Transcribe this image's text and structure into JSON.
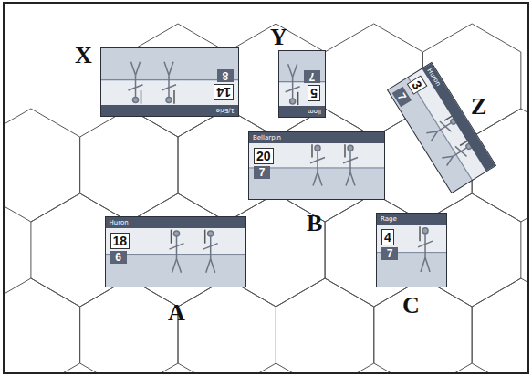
{
  "diagram": {
    "nodes": [
      {
        "text": [
          "1/Erie",
          "14",
          "8"
        ]
      },
      {
        "text": [
          "Ilom",
          "5",
          "7"
        ]
      },
      {
        "text": [
          "Huron",
          "3",
          "7"
        ]
      },
      {
        "text": [
          "Bellarpin",
          "20",
          "7"
        ]
      },
      {
        "text": [
          "Huron",
          "18",
          "6"
        ]
      },
      {
        "text": [
          "Rage",
          "4",
          "7"
        ]
      }
    ],
    "labels": [
      "X",
      "Y",
      "Z",
      "B",
      "A",
      "C"
    ]
  }
}
